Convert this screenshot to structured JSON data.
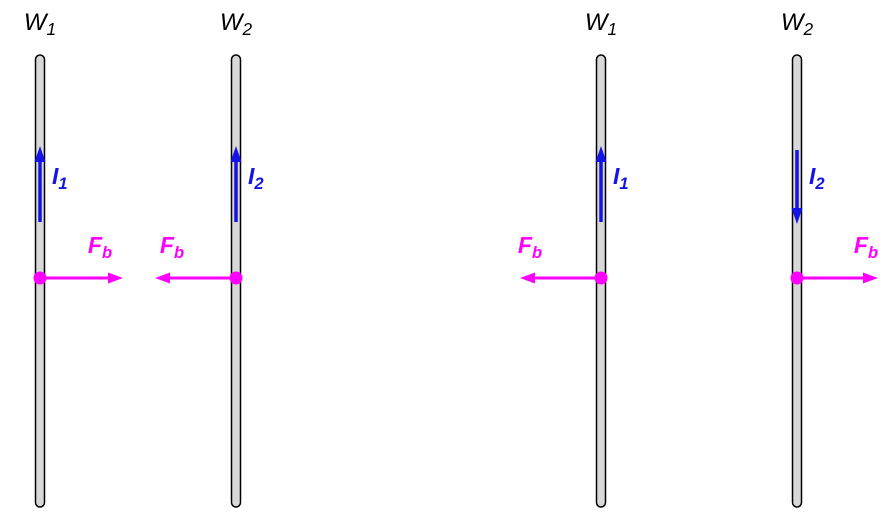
{
  "colors": {
    "current": "#1414e6",
    "force": "#ff00ff",
    "wire_fill": "#d8d8d8",
    "wire_stroke": "#000000",
    "background": "#ffffff"
  },
  "panels": [
    {
      "id": "left",
      "wires": [
        {
          "label": {
            "main": "W",
            "sub": "1"
          },
          "current": {
            "main": "I",
            "sub": "1",
            "direction": "up"
          },
          "force": {
            "main": "F",
            "sub": "b",
            "direction": "right"
          }
        },
        {
          "label": {
            "main": "W",
            "sub": "2"
          },
          "current": {
            "main": "I",
            "sub": "2",
            "direction": "up"
          },
          "force": {
            "main": "F",
            "sub": "b",
            "direction": "left"
          }
        }
      ]
    },
    {
      "id": "right",
      "wires": [
        {
          "label": {
            "main": "W",
            "sub": "1"
          },
          "current": {
            "main": "I",
            "sub": "1",
            "direction": "up"
          },
          "force": {
            "main": "F",
            "sub": "b",
            "direction": "left"
          }
        },
        {
          "label": {
            "main": "W",
            "sub": "2"
          },
          "current": {
            "main": "I",
            "sub": "2",
            "direction": "down"
          },
          "force": {
            "main": "F",
            "sub": "b",
            "direction": "right"
          }
        }
      ]
    }
  ]
}
